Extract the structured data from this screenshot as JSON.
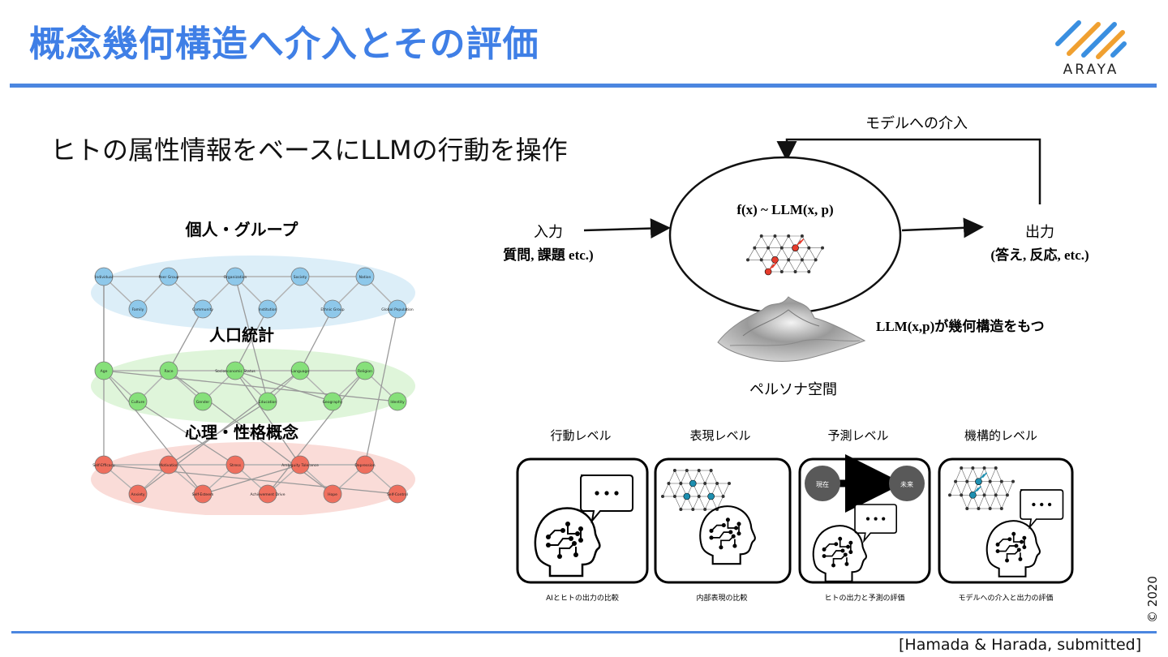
{
  "slide": {
    "title": "概念幾何構造へ介入とその評価",
    "subtitle": "ヒトの属性情報をベースにLLMの行動を操作",
    "citation": "[Hamada & Harada, submitted]",
    "copyright": "© 2020",
    "logo_text": "ARAYA"
  },
  "network": {
    "groups": [
      {
        "label": "個人・グループ",
        "color": "#8ec8ea",
        "bg": "#dceef8",
        "top_nodes": [
          "Individual",
          "Peer Group",
          "Organization",
          "Society",
          "Nation"
        ],
        "bottom_nodes": [
          "Family",
          "Community",
          "Institution",
          "Ethnic Group",
          "Global Population"
        ]
      },
      {
        "label": "人口統計",
        "color": "#86e07a",
        "bg": "#dff5da",
        "top_nodes": [
          "Age",
          "Race",
          "Socioeconomic Status",
          "Language",
          "Religion"
        ],
        "bottom_nodes": [
          "Culture",
          "Gender",
          "Education",
          "Geography",
          "Identity"
        ]
      },
      {
        "label": "心理・性格概念",
        "color": "#ef6f5e",
        "bg": "#fadcd8",
        "top_nodes": [
          "Self-Efficacy",
          "Motivation",
          "Stress",
          "Ambiguity Tolerance",
          "Depression"
        ],
        "bottom_nodes": [
          "Anxiety",
          "Self-Esteem",
          "Achievement Drive",
          "Hope",
          "Self-Control"
        ]
      }
    ]
  },
  "flow": {
    "intervention_label": "モデルへの介入",
    "formula": "f(x) ~ LLM(x, p)",
    "input_label": "入力",
    "input_detail": "質問, 課題 etc.)",
    "output_label": "出力",
    "output_detail": "(答え, 反応, etc.)",
    "geometry_note": "LLM(x,p)が幾何構造をもつ",
    "persona_space": "ペルソナ空間"
  },
  "levels": [
    {
      "title": "行動レベル",
      "caption": "AIとヒトの出力の比較"
    },
    {
      "title": "表現レベル",
      "caption": "内部表現の比較"
    },
    {
      "title": "予測レベル",
      "caption": "ヒトの出力と予測の評価",
      "now": "現在",
      "future": "未来"
    },
    {
      "title": "機構的レベル",
      "caption": "モデルへの介入と出力の評価"
    }
  ],
  "colors": {
    "accent": "#3f7fe6",
    "rule": "#4b86e0",
    "logo_blue": "#3a8fe0",
    "logo_orange": "#f0a030"
  }
}
